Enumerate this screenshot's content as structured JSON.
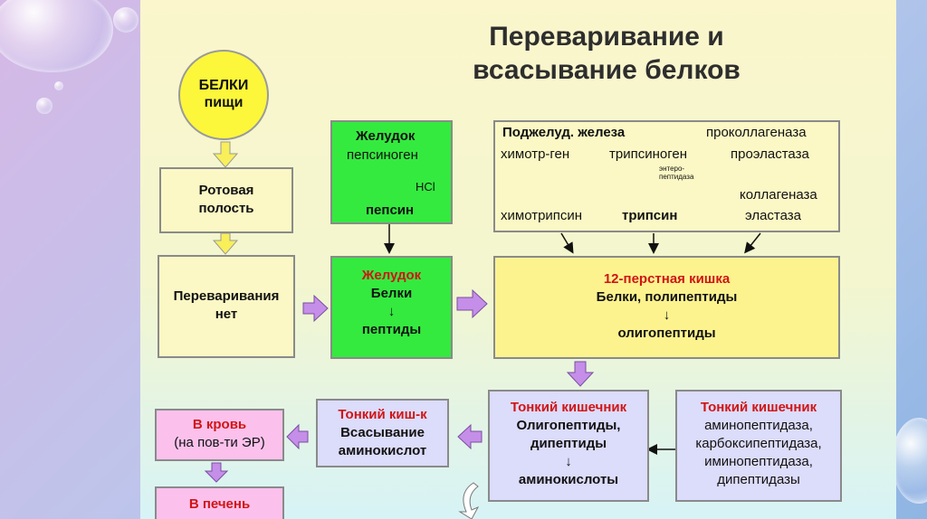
{
  "title": [
    "Переваривание и",
    "всасывание белков"
  ],
  "proteins_food": [
    "БЕЛКИ",
    "пищи"
  ],
  "oral_cavity": [
    "Ротовая",
    "полость"
  ],
  "no_digestion": [
    "Переваривания",
    "нет"
  ],
  "stomach_top": {
    "title": "Желудок",
    "proenzyme": "пепсиноген",
    "acid": "HCl",
    "enzyme": "пепсин"
  },
  "stomach_bottom": {
    "title": "Желудок",
    "line1": "Белки",
    "arrow": "↓",
    "line2": "пептиды"
  },
  "pancreas": {
    "title": "Поджелуд. железа",
    "procollagenase": "проколлагеназа",
    "chymotr_gen": "химотр-ген",
    "trypsinogen": "трипсиноген",
    "proelastase": "проэластаза",
    "enteropeptidase": [
      "энтеро-",
      "пептидаза"
    ],
    "chymotrypsin": "химотрипсин",
    "trypsin": "трипсин",
    "collagenase": "коллагеназа",
    "elastase": "эластаза"
  },
  "duodenum": {
    "title": "12-перстная кишка",
    "line1": "Белки, полипептиды",
    "arrow": "↓",
    "line2": "олигопептиды"
  },
  "small_int_center": {
    "title": "Тонкий кишечник",
    "line1": "Олигопептиды,",
    "line2": "дипептиды",
    "arrow": "↓",
    "line3": "аминокислоты"
  },
  "small_int_right": {
    "title": "Тонкий кишечник",
    "items": [
      "аминопептидаза,",
      "карбоксипептидаза,",
      "иминопептидаза,",
      "дипептидазы"
    ]
  },
  "small_int_absorb": {
    "title": "Тонкий киш-к",
    "line1": "Всасывание",
    "line2": "аминокислот"
  },
  "to_blood": {
    "title": "В кровь",
    "line1": "(на пов-ти ЭР)"
  },
  "to_liver": {
    "title": "В печень"
  },
  "colors": {
    "red_text": "#d01515",
    "green_box": "#34ea3f",
    "yellow_circle": "#fcf73a",
    "pink_box": "#fbc1ec",
    "lavender_box": "#dcdcfb",
    "arrow_fill": "#c58ee8"
  }
}
